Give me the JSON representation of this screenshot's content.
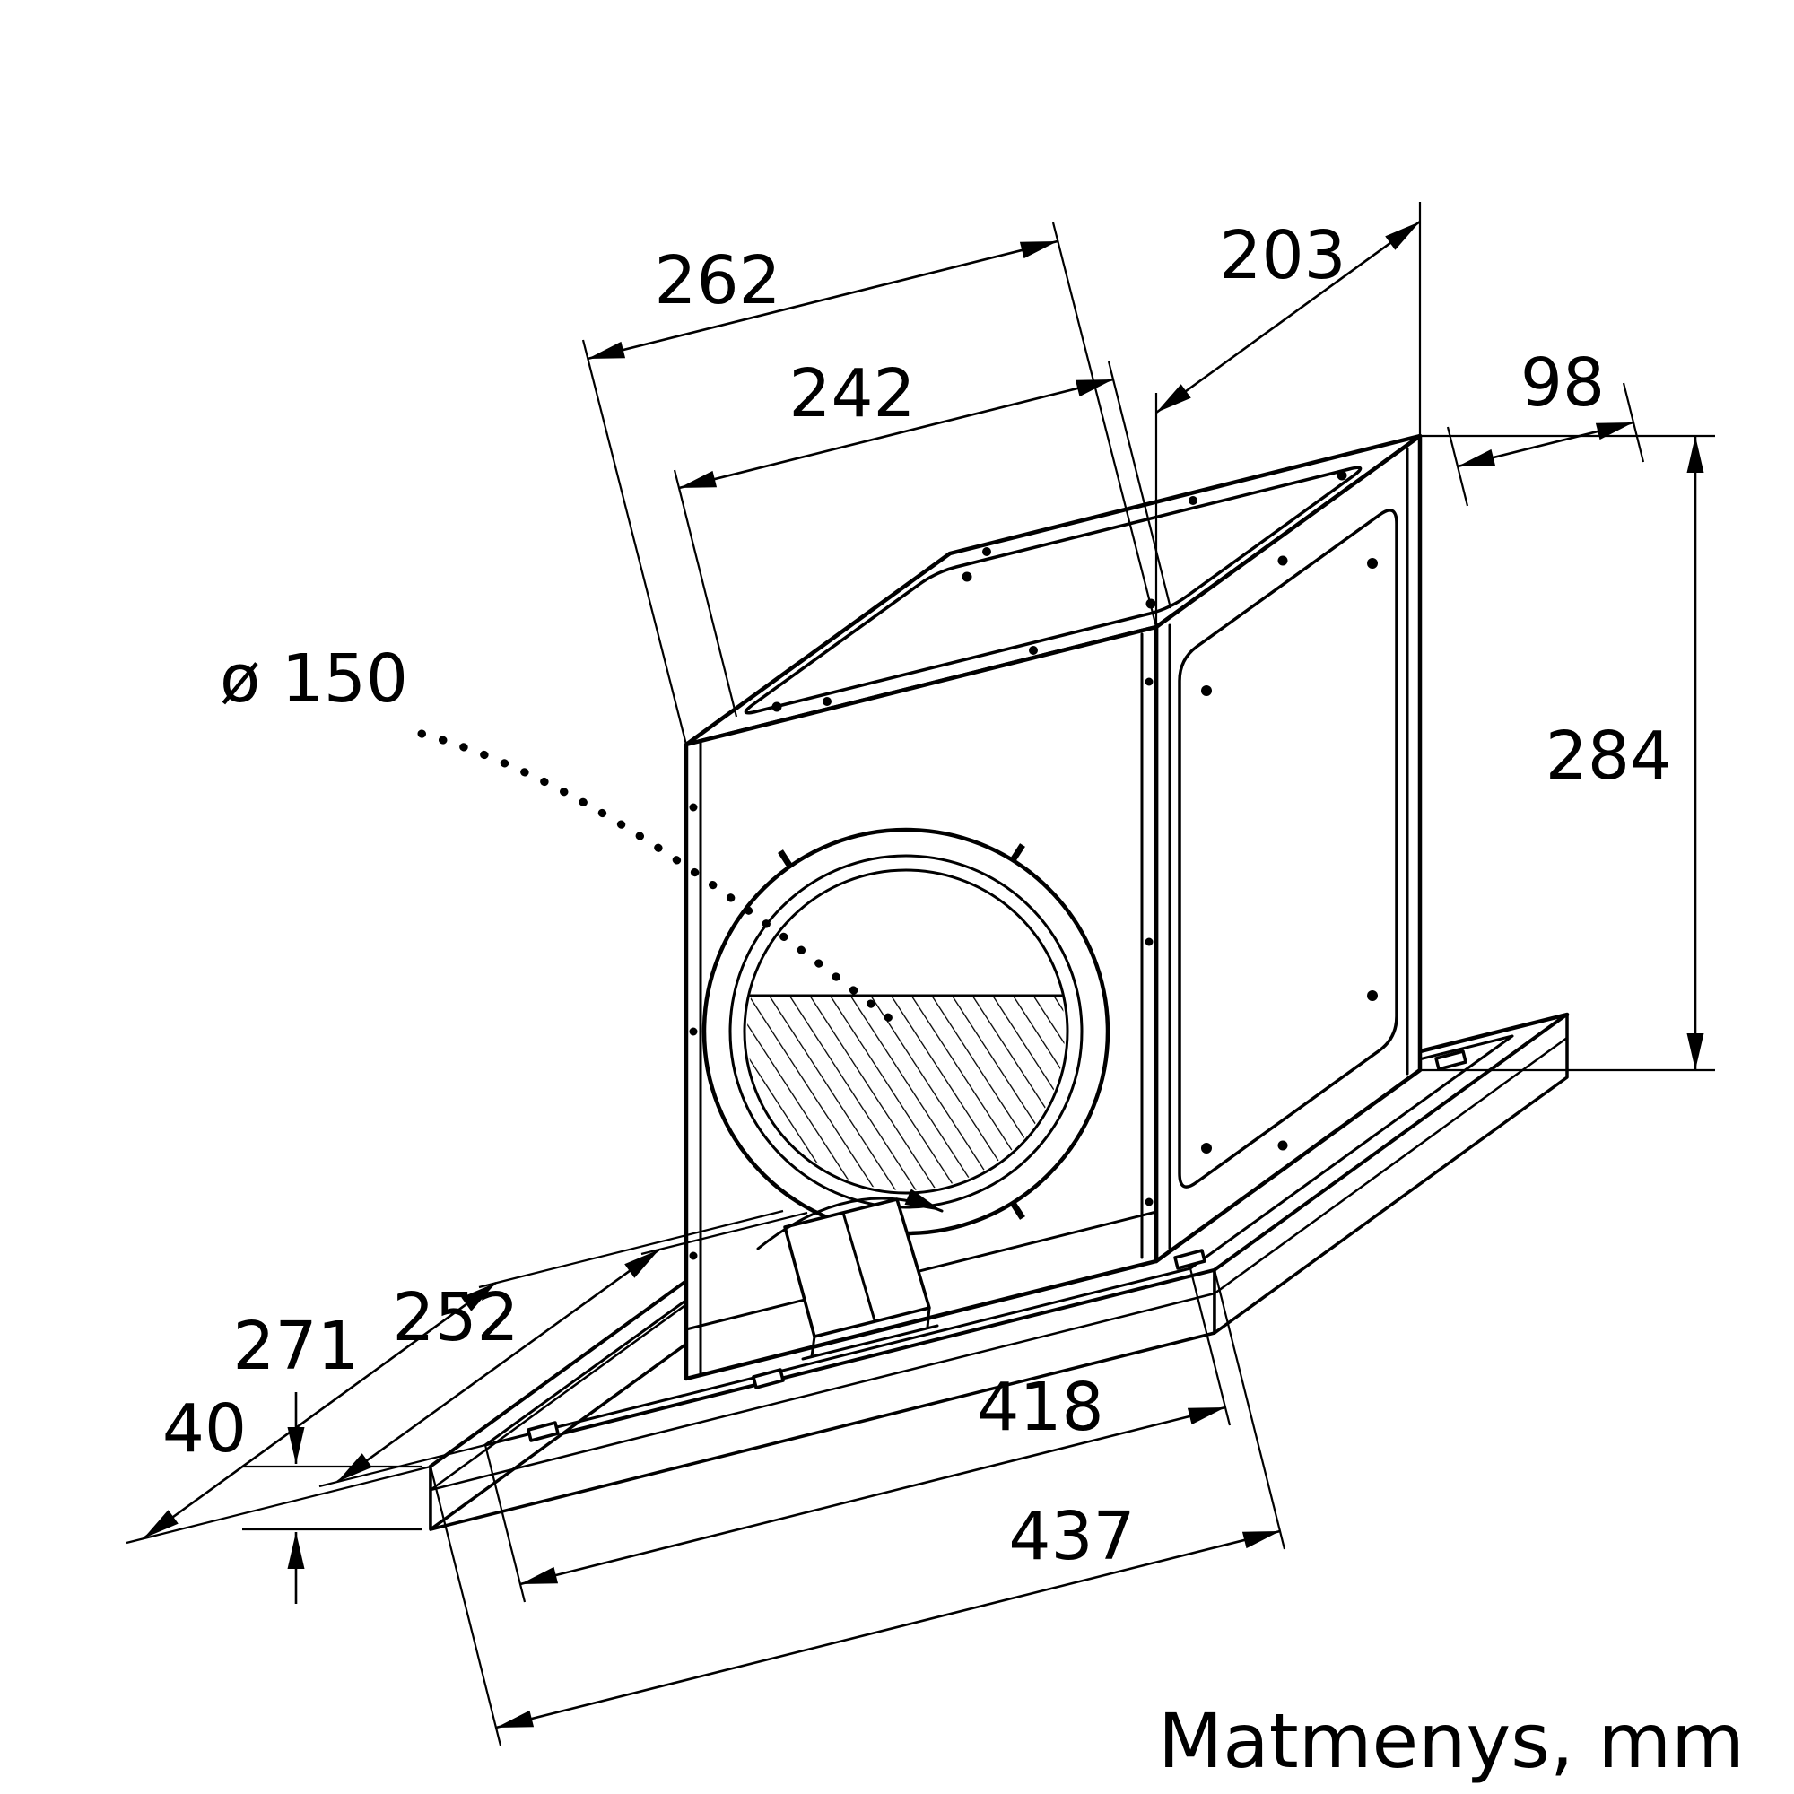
{
  "drawing": {
    "caption": "Matmenys, mm",
    "dims": {
      "box_width_outer": "262",
      "box_width_inner": "242",
      "box_depth": "203",
      "top_offset": "98",
      "box_height": "284",
      "duct_diameter": "ø 150",
      "panel_height": "40",
      "plate_length_inner": "418",
      "plate_length_outer": "437",
      "plate_width_inner": "252",
      "plate_width_outer": "271"
    }
  }
}
